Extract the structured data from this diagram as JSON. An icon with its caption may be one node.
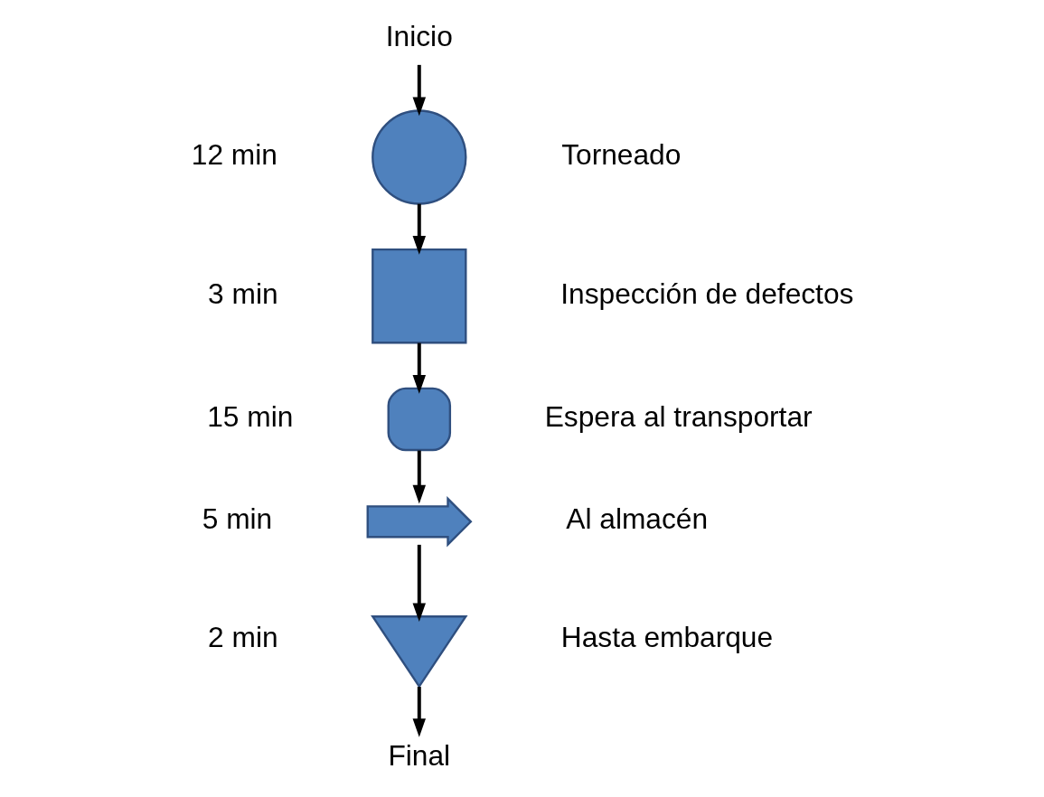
{
  "diagram": {
    "nodes": [
      {
        "text": [
          "Inicio"
        ]
      },
      {
        "text": [],
        "shape": "circle",
        "beside": [
          "12 min",
          "Torneado"
        ]
      },
      {
        "text": [],
        "shape": "box",
        "beside": [
          "3 min",
          "Inspección de defectos"
        ]
      },
      {
        "text": [],
        "shape": "delay",
        "beside": [
          "15 min",
          "Espera al transportar"
        ]
      },
      {
        "text": [],
        "shape": "arrow",
        "beside": [
          "5 min",
          "Al almacén"
        ]
      },
      {
        "text": [],
        "shape": "triangle",
        "beside": [
          "2 min",
          "Hasta embarque"
        ]
      },
      {
        "text": [
          "Final"
        ]
      }
    ],
    "edges": [
      {
        "from": 0,
        "to": 1,
        "arrow": "to"
      },
      {
        "from": 1,
        "to": 2,
        "arrow": "to"
      },
      {
        "from": 2,
        "to": 3,
        "arrow": "to"
      },
      {
        "from": 3,
        "to": 4,
        "arrow": "to"
      },
      {
        "from": 4,
        "to": 5,
        "arrow": "to"
      },
      {
        "from": 5,
        "to": 6,
        "arrow": "to"
      }
    ]
  }
}
